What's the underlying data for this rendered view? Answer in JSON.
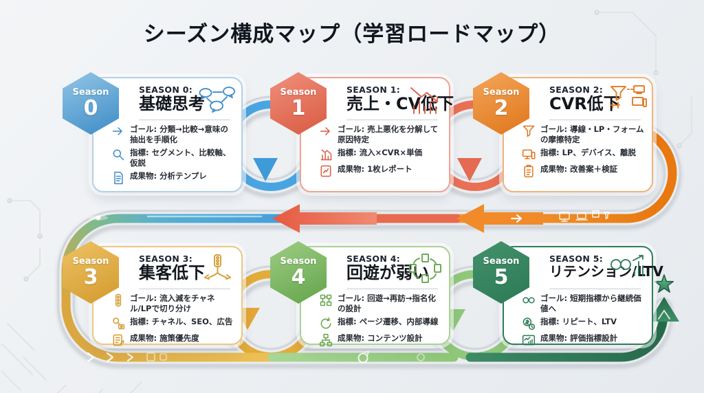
{
  "title": "シーズン構成マップ（学習ロードマップ）",
  "palette": {
    "track_gray": "#d2d6db",
    "blue": "#49a5e1",
    "red": "#e96f55",
    "orange": "#ef8420",
    "gold": "#e2a637",
    "light_green": "#90c87a",
    "dark_green": "#2f7e58"
  },
  "flow": {
    "middle_icons": [
      "monitor-icon",
      "laptop-icon",
      "package-icon",
      "funnel-icon"
    ],
    "bottom_icons": [
      "chevron-right-icon",
      "cycle-icon"
    ],
    "end_icon": "star-icon"
  },
  "cards": [
    {
      "season_word": "Season",
      "number": "0",
      "header": "SEASON 0:",
      "title": "基礎思考",
      "corner_icon": "speech-bubbles-icon",
      "accent": "#93c6e6",
      "accent_dark": "#3d8cc6",
      "border": "#afd0e8",
      "rows": [
        {
          "icon": "arrow-right-icon",
          "text": "ゴール: 分類→比較→意味の抽出を手順化"
        },
        {
          "icon": "magnifier-icon",
          "text": "指標: セグメント、比較軸、仮説"
        },
        {
          "icon": "document-icon",
          "text": "成果物: 分析テンプレ"
        }
      ]
    },
    {
      "season_word": "Season",
      "number": "1",
      "header": "SEASON 1:",
      "title": "売上・CV低下",
      "corner_icon": "declining-chart-icon",
      "accent": "#f0907c",
      "accent_dark": "#d95a42",
      "border": "#efa392",
      "rows": [
        {
          "icon": "arrow-right-icon",
          "text": "ゴール: 売上悪化を分解して原因特定"
        },
        {
          "icon": "bar-chart-icon",
          "text": "指標: 流入×CVR×単価"
        },
        {
          "icon": "report-icon",
          "text": "成果物: 1枚レポート"
        }
      ]
    },
    {
      "season_word": "Season",
      "number": "2",
      "header": "SEASON 2:",
      "title": "CVR低下",
      "corner_icon": "funnel-devices-icon",
      "accent": "#f3a659",
      "accent_dark": "#e0761c",
      "border": "#f0b27a",
      "rows": [
        {
          "icon": "funnel-icon",
          "text": "ゴール: 導線・LP・フォームの摩擦特定"
        },
        {
          "icon": "devices-icon",
          "text": "指標: LP、デバイス、離脱"
        },
        {
          "icon": "clipboard-icon",
          "text": "成果物: 改善案＋検証"
        }
      ]
    },
    {
      "season_word": "Season",
      "number": "3",
      "header": "SEASON 3:",
      "title": "集客低下",
      "corner_icon": "traffic-branch-icon",
      "accent": "#eec264",
      "accent_dark": "#d39a2e",
      "border": "#ecc684",
      "rows": [
        {
          "icon": "traffic-light-icon",
          "text": "ゴール: 流入減をチャネル/LPで切り分け"
        },
        {
          "icon": "search-media-icon",
          "text": "指標: チャネル、SEO、広告"
        },
        {
          "icon": "list-icon",
          "text": "成果物: 施策優先度"
        }
      ]
    },
    {
      "season_word": "Season",
      "number": "4",
      "header": "SEASON 4:",
      "title": "回遊が弱い",
      "corner_icon": "doc-cycle-icon",
      "accent": "#9ecd84",
      "accent_dark": "#63a44a",
      "border": "#abd096",
      "rows": [
        {
          "icon": "flow-nodes-icon",
          "text": "ゴール: 回遊→再訪→指名化の設計"
        },
        {
          "icon": "cycle-icon",
          "text": "指標: ページ遷移、内部導線"
        },
        {
          "icon": "sitemap-icon",
          "text": "成果物: コンテンツ設計"
        }
      ]
    },
    {
      "season_word": "Season",
      "number": "5",
      "header": "SEASON 5:",
      "title": "リテンション/LTV",
      "corner_icon": "infinity-growth-icon",
      "accent": "#43926c",
      "accent_dark": "#2c7a55",
      "border": "#2e7d5a",
      "rows": [
        {
          "icon": "infinity-icon",
          "text": "ゴール: 短期指標から継続価値へ"
        },
        {
          "icon": "coin-clock-icon",
          "text": "指標: リピート、LTV"
        },
        {
          "icon": "chart-panel-icon",
          "text": "成果物: 評価指標設計"
        }
      ]
    }
  ]
}
